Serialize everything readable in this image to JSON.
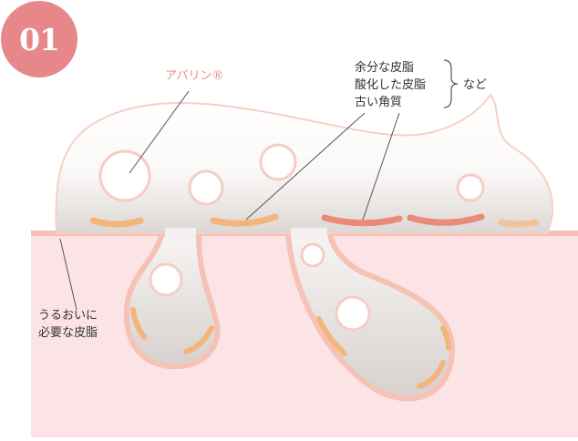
{
  "badge": {
    "number": "01",
    "color": "#e8878a"
  },
  "labels": {
    "avalin": "アバリン®",
    "excess_lines": [
      "余分な皮脂",
      "酸化した皮脂",
      "古い角質"
    ],
    "etc": "など",
    "needed_lines": [
      "うるおいに",
      "必要な皮脂"
    ]
  },
  "colors": {
    "skin_fill": "#fbe3e6",
    "skin_outline": "#f5c2b5",
    "foam_outline": "#f6d0c6",
    "sebum": "#f2b67c",
    "oxidized_sebum": "#eb8a7a",
    "bubble_outline": "#f3cdc6",
    "accent_text": "#e8878a"
  }
}
